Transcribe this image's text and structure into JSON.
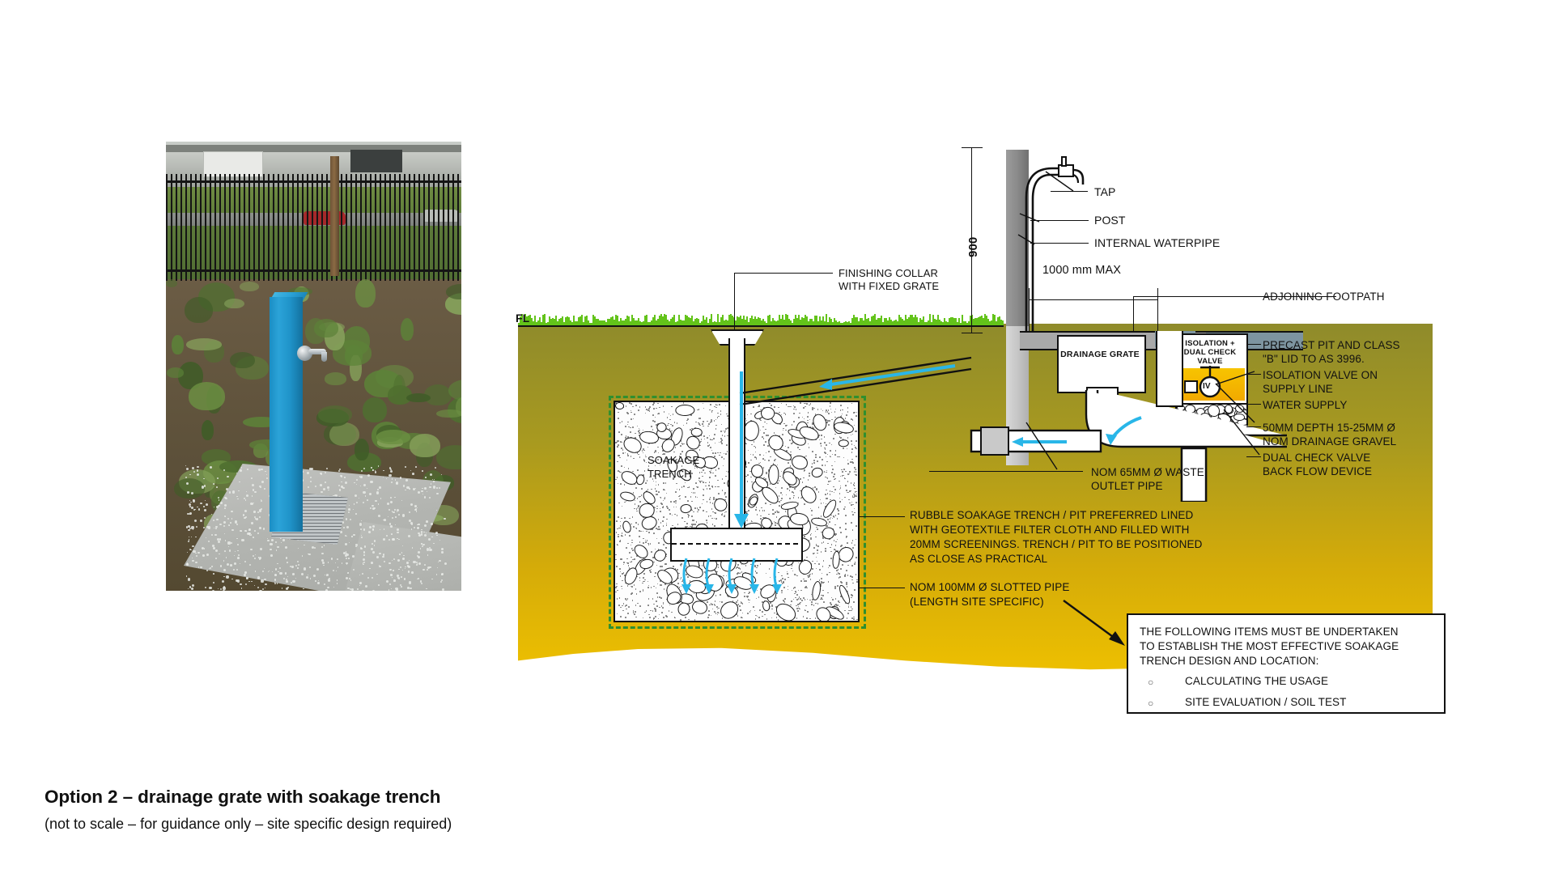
{
  "caption": {
    "title": "Option 2 – drainage grate with soakage trench",
    "subtitle": "(not to scale – for guidance only – site specific design required)"
  },
  "diagram": {
    "level_label": "FL",
    "dimensions": {
      "height_900": "900",
      "offset_max": "1000 mm MAX"
    },
    "callouts_top": [
      "TAP",
      "POST",
      "INTERNAL WATERPIPE"
    ],
    "callout_finishing_collar": "FINISHING COLLAR\nWITH FIXED GRATE",
    "callout_adjoining_footpath": "ADJOINING FOOTPATH",
    "pit_labels": {
      "drainage_grate": "DRAINAGE\nGRATE",
      "isolation_valve": "ISOLATION +\nDUAL CHECK\nVALVE",
      "valve_symbol": "IV"
    },
    "trench_label": "SOAKAGE\nTRENCH",
    "callouts_right": [
      "PRECAST PIT AND CLASS",
      "\"B\" LID TO AS 3996.",
      "ISOLATION VALVE ON",
      "SUPPLY LINE",
      "WATER SUPPLY",
      "50MM DEPTH 15-25MM Ø",
      "NOM DRAINAGE GRAVEL",
      "DUAL CHECK VALVE",
      "BACK FLOW DEVICE"
    ],
    "callout_waste_pipe": "NOM 65MM Ø WASTE\nOUTLET PIPE",
    "callout_rubble": "RUBBLE SOAKAGE TRENCH / PIT PREFERRED LINED\nWITH GEOTEXTILE FILTER CLOTH AND FILLED WITH\n20MM SCREENINGS. TRENCH / PIT TO BE POSITIONED\nAS CLOSE AS PRACTICAL",
    "callout_slotted_pipe": "NOM 100MM Ø SLOTTED PIPE\n(LENGTH SITE SPECIFIC)",
    "note_box": {
      "heading": "THE FOLLOWING ITEMS MUST BE UNDERTAKEN\nTO ESTABLISH THE MOST EFFECTIVE SOAKAGE\nTRENCH DESIGN AND LOCATION:",
      "bullets": [
        "CALCULATING THE USAGE",
        "SITE EVALUATION / SOIL TEST"
      ],
      "bullet_glyph": "○"
    }
  },
  "photo": {
    "alt": "blue bollard drinking fountain with tap on exposed aggregate concrete pad with steel drainage grate"
  },
  "colors": {
    "soil_top": "#8f8b2b",
    "soil_bottom": "#efc100",
    "grass": "#63c31a",
    "geotextile": "#2f8f2f",
    "water_arrow": "#29b6e8",
    "bollard_blue": "#2ba3d8",
    "line": "#111111"
  }
}
